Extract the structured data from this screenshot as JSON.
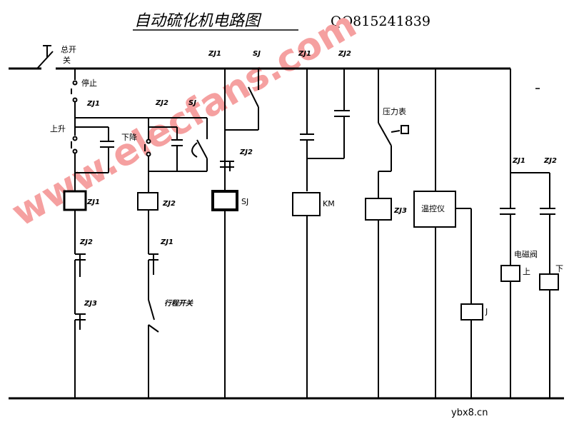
{
  "title": "自动硫化机电路图",
  "qq": "QQ815241839",
  "site": "ybx8.cn",
  "watermark": "www.elecfans.com",
  "labels": {
    "main_switch": "总开",
    "main_switch_2": "关",
    "stop": "停止",
    "up": "上升",
    "down": "下降",
    "zj1": "ZJ1",
    "zj2": "ZJ2",
    "zj3": "ZJ3",
    "sj": "SJ",
    "km": "KM",
    "j": "J",
    "pressure_gauge": "压力表",
    "temp_controller": "温控仪",
    "solenoid_valve": "电磁阀",
    "valve_up": "上",
    "valve_down": "下",
    "travel_switch": "行程开关"
  },
  "colors": {
    "line": "#000000",
    "watermark": "#f5a0a0"
  }
}
